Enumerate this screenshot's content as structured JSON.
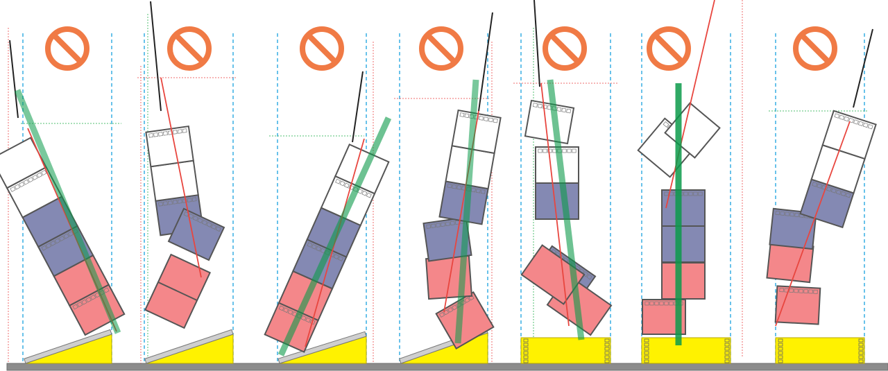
{
  "colors": {
    "ground": "#8c8c8c",
    "ground_stroke": "#6e6e6e",
    "wedge_fill": "#fff200",
    "wedge_stroke": "#b5a600",
    "plank": "#cfcfcf",
    "block_white": "#ffffff",
    "block_blue": "#8489b3",
    "block_red": "#f4878a",
    "block_stroke": "#555555",
    "green_axis": "#0b9a4a",
    "red_line": "#e8463f",
    "black_line": "#222222",
    "cyan_guide": "#29a9e1",
    "red_guide": "#ef6b6b",
    "green_guide": "#4fbf6f",
    "prohibit_icon": "#f07a45"
  },
  "icons": [
    "no-entry-icon"
  ],
  "panels": [
    {
      "id": 1,
      "outcome": "prohibited",
      "base": "ramp"
    },
    {
      "id": 2,
      "outcome": "prohibited",
      "base": "ramp"
    },
    {
      "id": 3,
      "outcome": "prohibited",
      "base": "ramp"
    },
    {
      "id": 4,
      "outcome": "prohibited",
      "base": "ramp"
    },
    {
      "id": 5,
      "outcome": "prohibited",
      "base": "springs"
    },
    {
      "id": 6,
      "outcome": "prohibited",
      "base": "springs"
    },
    {
      "id": 7,
      "outcome": "prohibited",
      "base": "springs"
    }
  ]
}
